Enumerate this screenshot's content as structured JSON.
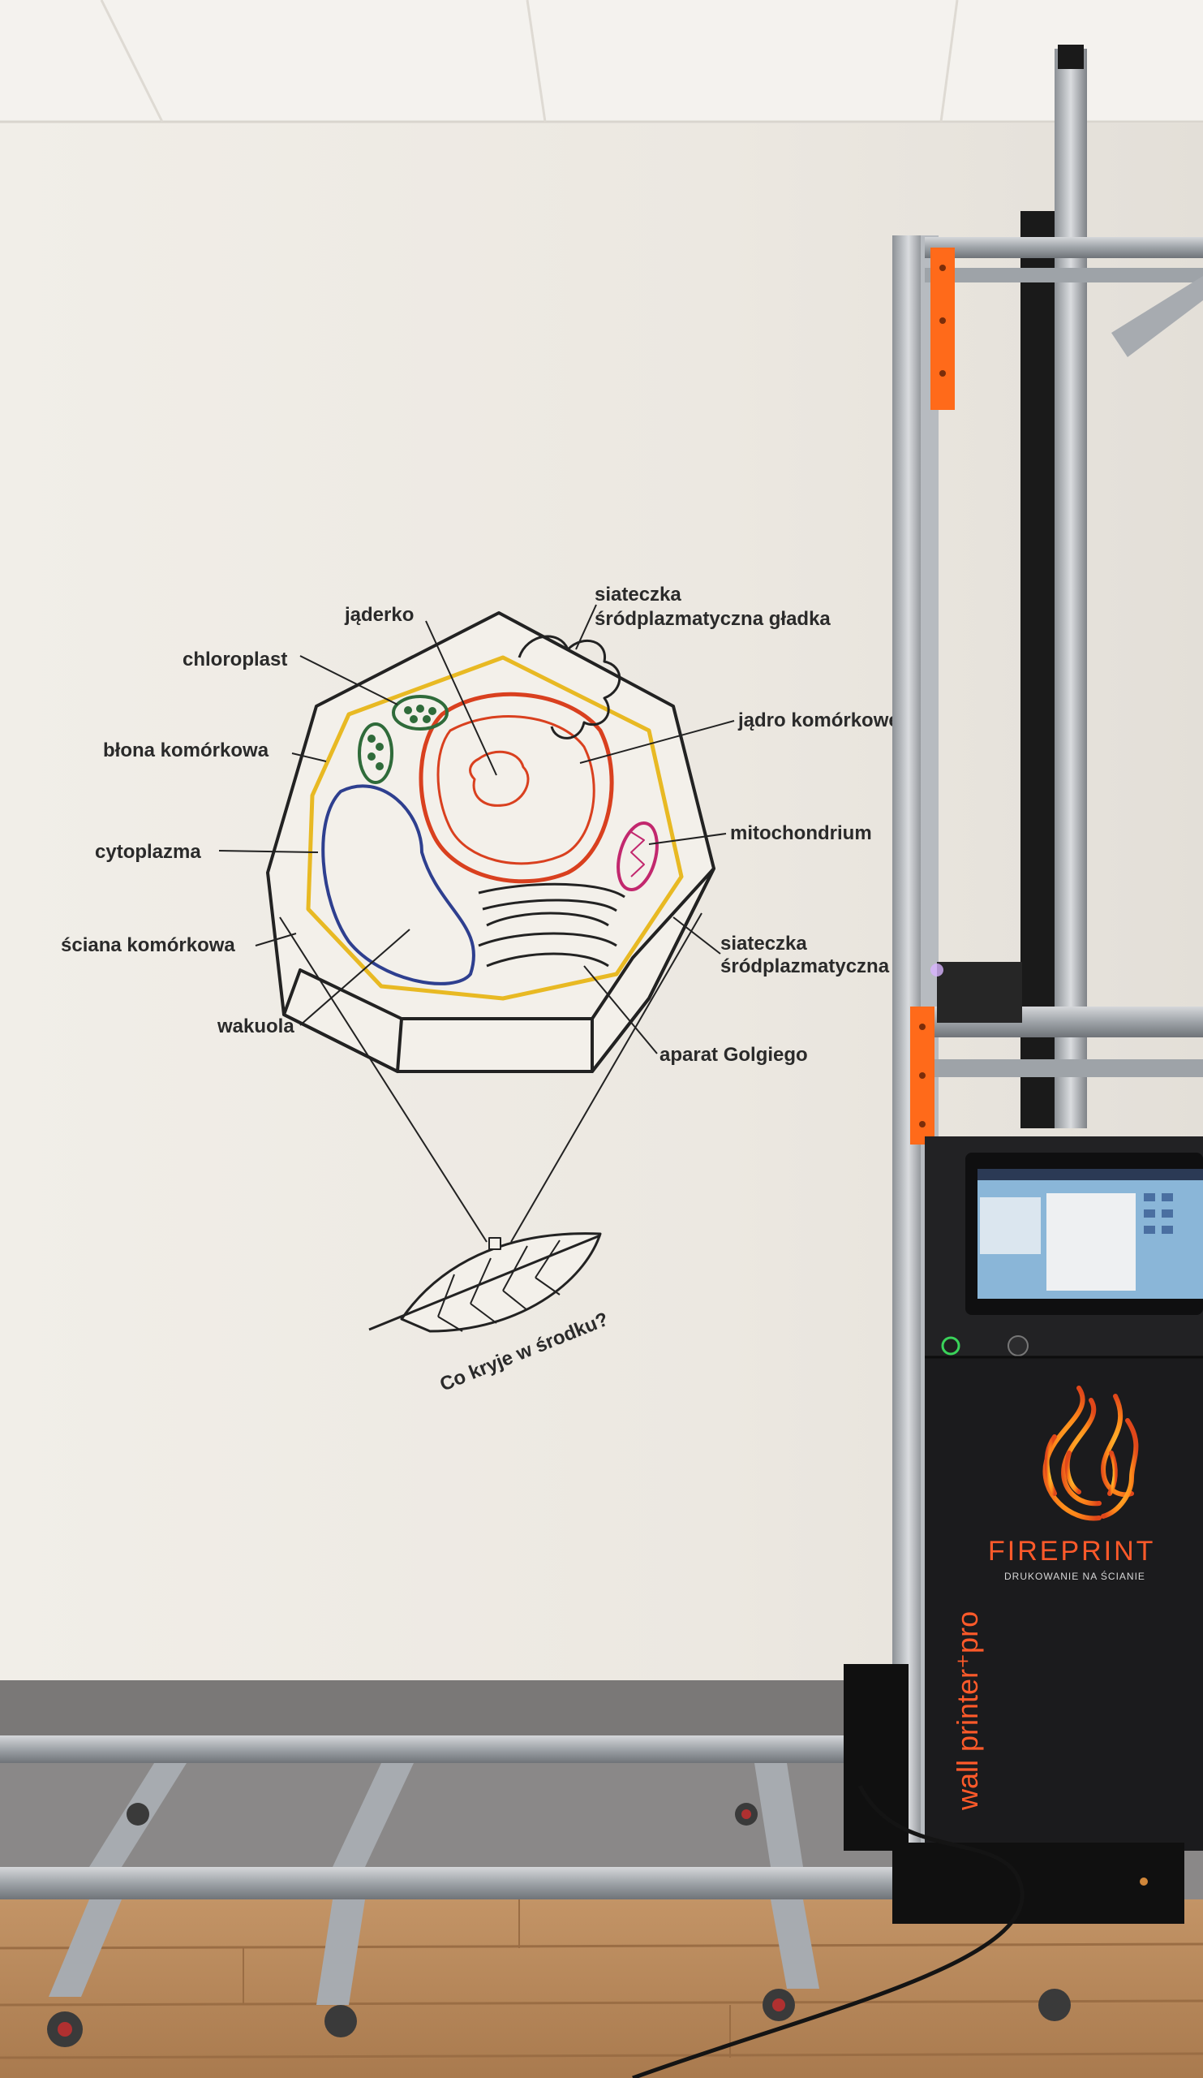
{
  "diagram": {
    "labels": {
      "jaderko": "jąderko",
      "chloroplast": "chloroplast",
      "blona": "błona komórkowa",
      "cytoplazma": "cytoplazma",
      "sciana": "ściana komórkowa",
      "wakuola": "wakuola",
      "siateczka_gladka_1": "siateczka",
      "siateczka_gladka_2": "śródplazmatyczna gładka",
      "jadro": "jądro komórkowe",
      "mitochondrium": "mitochondrium",
      "siateczka_1": "siateczka",
      "siateczka_2": "śródplazmatyczna",
      "golgi": "aparat Golgiego"
    },
    "caption": "Co kryje w środku?"
  },
  "printer": {
    "brand": "FIREPRINT",
    "tagline": "DRUKOWANIE NA ŚCIANIE",
    "model": "wall printer⁺pro"
  },
  "colors": {
    "wall": "#efece6",
    "floor": "#b98a5e",
    "printer_body": "#1b1b1d",
    "accent_orange": "#ff6a1a",
    "cell_wall_yellow": "#e8b923",
    "nucleus_red": "#d9401f",
    "vacuole_blue": "#2e3f8f",
    "chloroplast_green": "#2f6b3a",
    "mitochondrium_pink": "#c2286e"
  }
}
